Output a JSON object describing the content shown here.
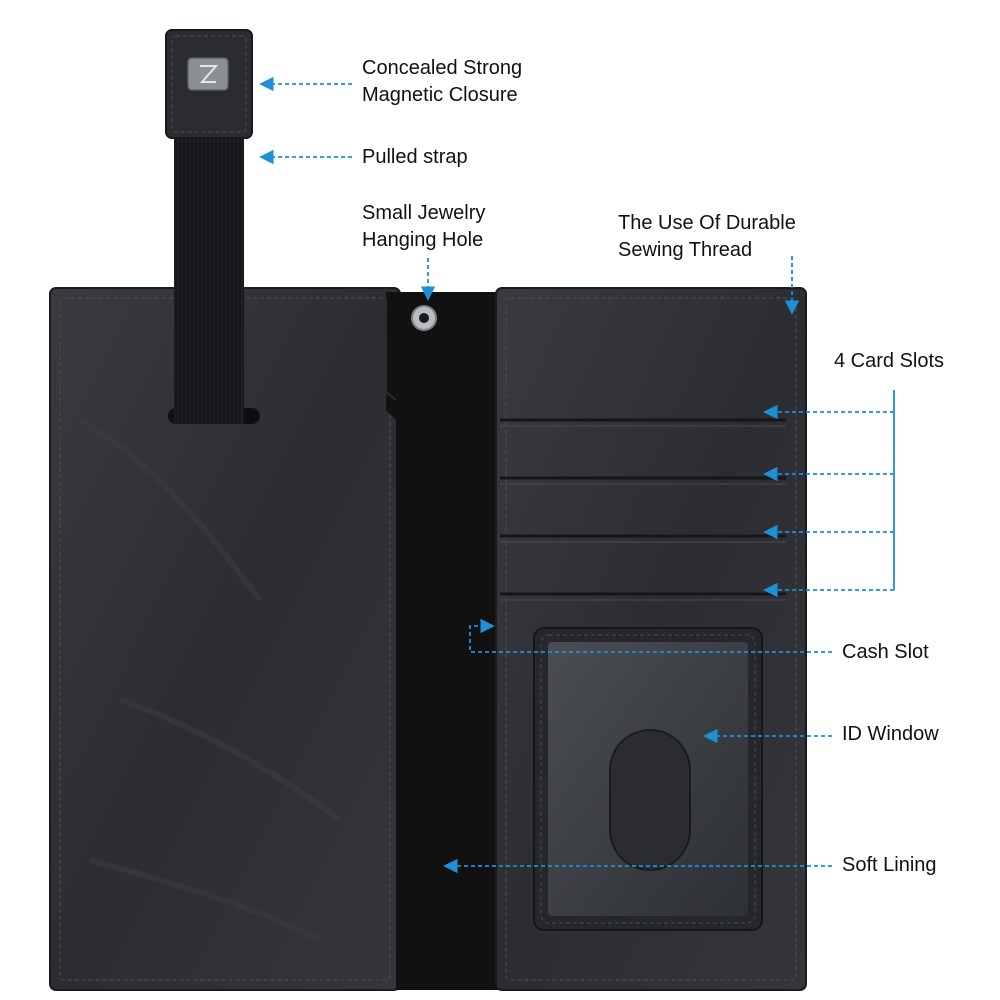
{
  "colors": {
    "leather": "#2f3035",
    "leather_dark": "#1f2024",
    "lining": "#111111",
    "strap": "#16171a",
    "callout": "#1f8fd6",
    "window": "#3a3d42"
  },
  "icons": {
    "magnet_badge": "z-logo-icon",
    "jewelry_hole": "grommet-icon"
  },
  "labels": {
    "closure": {
      "line1": "Concealed Strong",
      "line2": "Magnetic Closure"
    },
    "strap": "Pulled strap",
    "jewelry": {
      "line1": "Small Jewelry",
      "line2": "Hanging Hole"
    },
    "thread": {
      "line1": "The Use Of Durable",
      "line2": "Sewing Thread"
    },
    "card_slots": "4 Card Slots",
    "cash_slot": "Cash Slot",
    "id_window": "ID Window",
    "soft_lining": "Soft Lining"
  }
}
